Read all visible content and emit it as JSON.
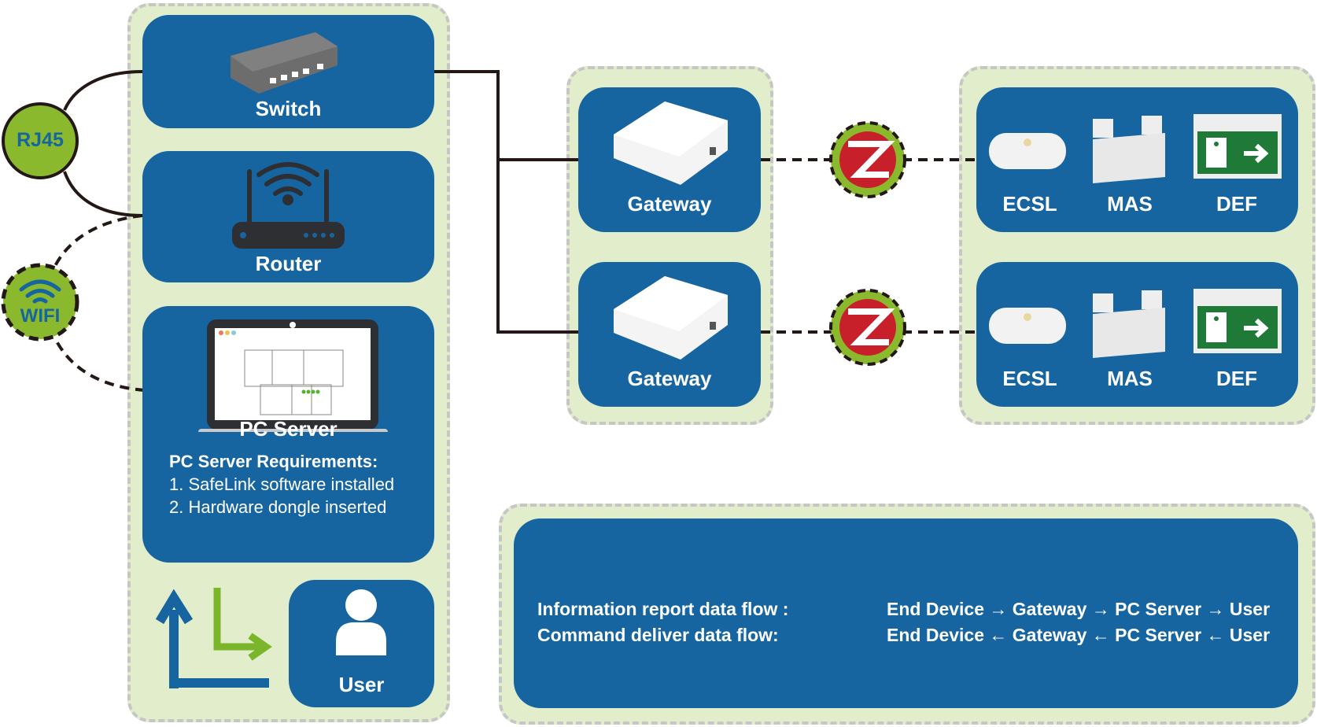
{
  "left_panel": {
    "switch": {
      "label": "Switch",
      "icon": "network-switch-icon"
    },
    "router": {
      "label": "Router",
      "icon": "wifi-router-icon"
    },
    "pc_server": {
      "label": "PC Server",
      "requirements_title": "PC Server Requirements:",
      "requirements": [
        "1. SafeLink software installed",
        "2. Hardware dongle inserted"
      ],
      "icon": "laptop-icon"
    },
    "user": {
      "label": "User",
      "icon": "user-icon"
    }
  },
  "connections": {
    "rj45": "RJ45",
    "wifi": "WIFI",
    "zigbee_icon": "zigbee-icon"
  },
  "gateways": [
    {
      "label": "Gateway"
    },
    {
      "label": "Gateway"
    }
  ],
  "device_rows": [
    {
      "devices": [
        {
          "label": "ECSL"
        },
        {
          "label": "MAS"
        },
        {
          "label": "DEF"
        }
      ]
    },
    {
      "devices": [
        {
          "label": "ECSL"
        },
        {
          "label": "MAS"
        },
        {
          "label": "DEF"
        }
      ]
    }
  ],
  "data_flow": {
    "info_label": "Information report data flow :",
    "info_path": "End Device → Gateway → PC Server → User",
    "command_label": "Command deliver data flow:",
    "command_path": "End Device ← Gateway ← PC Server ← User"
  },
  "colors": {
    "card": "#1665a0",
    "group_bg": "#e2eecb",
    "badge_green": "#8ab92d",
    "zigbee_red": "#c8202a",
    "line": "#231815"
  }
}
